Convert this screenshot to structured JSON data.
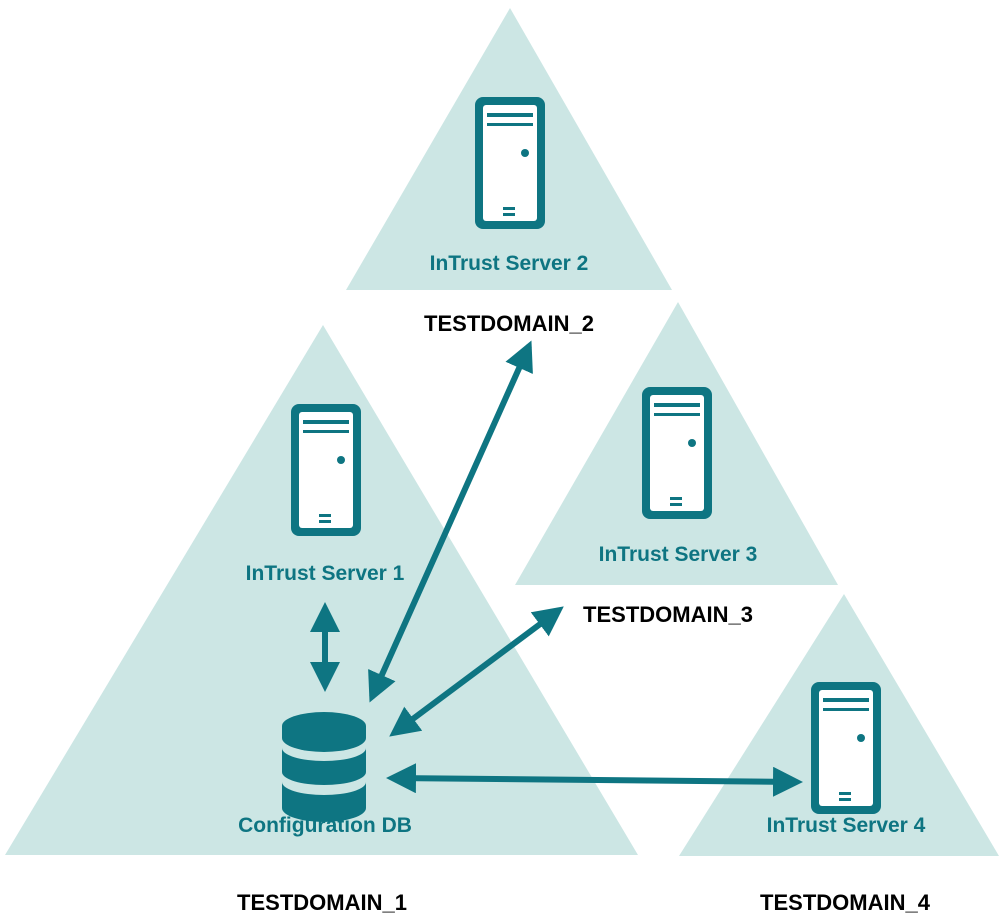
{
  "colors": {
    "triangle_fill": "#cce6e4",
    "teal": "#0e7582",
    "label_text": "#000000"
  },
  "domains": [
    {
      "id": "d1",
      "name": "TESTDOMAIN_1"
    },
    {
      "id": "d2",
      "name": "TESTDOMAIN_2"
    },
    {
      "id": "d3",
      "name": "TESTDOMAIN_3"
    },
    {
      "id": "d4",
      "name": "TESTDOMAIN_4"
    }
  ],
  "nodes": {
    "server1": {
      "label": "InTrust Server 1",
      "icon": "server-tower-icon"
    },
    "server2": {
      "label": "InTrust Server 2",
      "icon": "server-tower-icon"
    },
    "server3": {
      "label": "InTrust Server 3",
      "icon": "server-tower-icon"
    },
    "server4": {
      "label": "InTrust Server 4",
      "icon": "server-tower-icon"
    },
    "configdb": {
      "label": "Configuration DB",
      "icon": "database-icon"
    }
  },
  "connections": [
    {
      "from": "server1",
      "to": "configdb",
      "type": "bidirectional"
    },
    {
      "from": "configdb",
      "to": "server2",
      "type": "bidirectional"
    },
    {
      "from": "configdb",
      "to": "server3",
      "type": "bidirectional"
    },
    {
      "from": "configdb",
      "to": "server4",
      "type": "bidirectional"
    }
  ]
}
